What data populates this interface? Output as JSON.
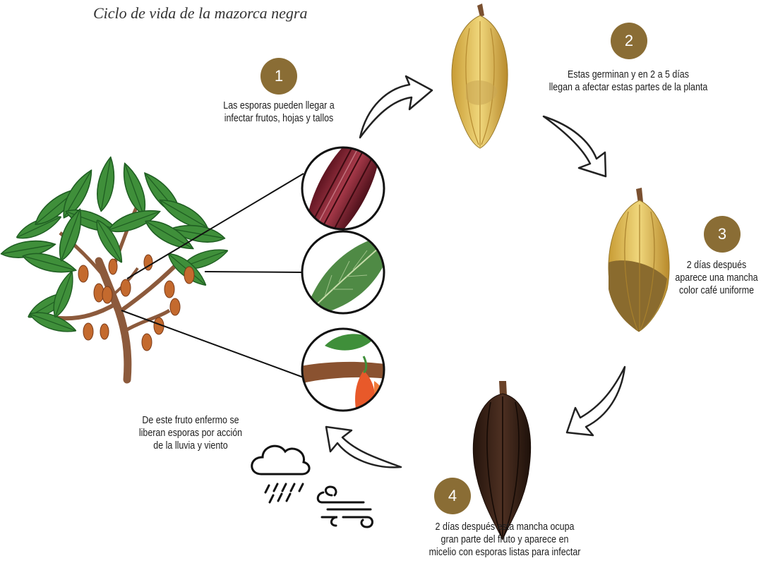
{
  "title": "Ciclo de vida de la mazorca negra",
  "colors": {
    "badge": "#8a6d35",
    "leaf": "#3f8f3a",
    "leaf_dark": "#1f5e22",
    "trunk": "#8c5a3c",
    "pod_healthy": "#e2c15c",
    "pod_spot": "#8a6b2e",
    "pod_black": "#3b2418",
    "arrow_fill": "#ffffff",
    "arrow_stroke": "#222222"
  },
  "steps": [
    {
      "number": "1",
      "lines": [
        "Las esporas pueden llegar a",
        "infectar frutos, hojas y tallos"
      ]
    },
    {
      "number": "2",
      "lines": [
        "Estas germinan y en 2 a 5 días",
        "llegan a afectar estas partes de la planta"
      ]
    },
    {
      "number": "3",
      "lines": [
        "2 días después",
        "aparece una mancha",
        "color café uniforme"
      ]
    },
    {
      "number": "4",
      "lines": [
        "2 días después esta mancha ocupa",
        "gran parte del fruto y aparece en",
        "micelio con esporas listas para infectar"
      ]
    }
  ],
  "dispersal": {
    "lines": [
      "De este fruto enfermo se",
      "liberan esporas por acción",
      "de la lluvia y viento"
    ]
  },
  "icons": [
    "cacao-tree-icon",
    "infected-pod-closeup-icon",
    "leaf-closeup-icon",
    "stem-closeup-icon",
    "healthy-pod-icon",
    "spotted-pod-icon",
    "black-pod-icon",
    "rain-cloud-icon",
    "wind-icon",
    "cycle-arrow-icon"
  ]
}
